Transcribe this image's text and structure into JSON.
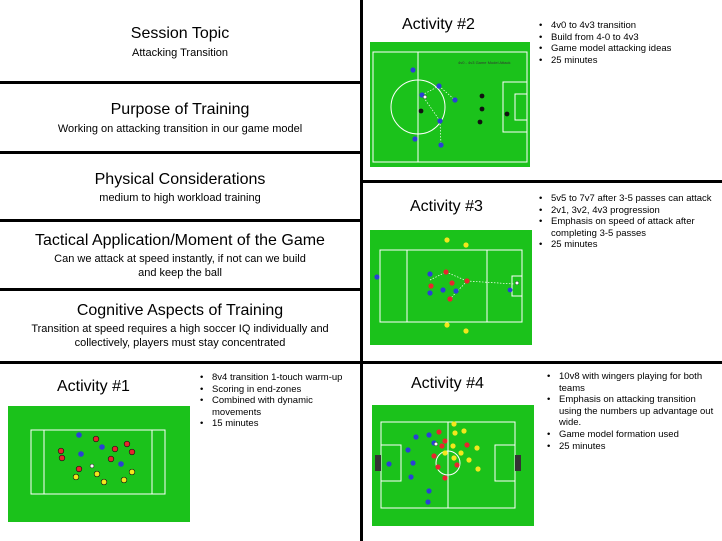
{
  "left": {
    "session": {
      "title": "Session Topic",
      "sub": "Attacking Transition"
    },
    "purpose": {
      "title": "Purpose  of Training",
      "sub": "Working on attacking transition in our game model"
    },
    "physical": {
      "title": "Physical Considerations",
      "sub": "medium to high workload training"
    },
    "tactical": {
      "title": "Tactical Application/Moment  of the Game",
      "sub1": "Can we attack at speed instantly, if not can we build",
      "sub2": "and keep the ball"
    },
    "cognitive": {
      "title": "Cognitive  Aspects of Training",
      "sub1": "Transition at speed requires a high soccer IQ individually and",
      "sub2": "collectively, players must stay concentrated"
    }
  },
  "activities": [
    {
      "title": "Activity #1",
      "bullets": [
        "8v4 transition 1-touch warm-up",
        "Scoring in end-zones",
        "Combined with dynamic movements",
        "15  minutes"
      ]
    },
    {
      "title": "Activity #2",
      "bullets": [
        "4v0 to 4v3 transition",
        "Build from 4-0 to 4v3",
        "Game model attacking ideas",
        "25 minutes"
      ],
      "diagram_caption": "4v0 - 4v3 Game Model Attack"
    },
    {
      "title": "Activity #3",
      "bullets": [
        "5v5 to 7v7 after 3-5 passes can attack",
        "2v1, 3v2, 4v3 progression",
        "Emphasis on speed of attack after completing 3-5 passes",
        "25 minutes"
      ]
    },
    {
      "title": "Activity #4",
      "bullets": [
        "10v8 with wingers playing for both teams",
        "Emphasis on attacking transition using the numbers up advantage out wide.",
        "Game model formation used",
        "25 minutes"
      ]
    }
  ],
  "colors": {
    "pitch": "#1bc21b",
    "team_red": "#e8262e",
    "team_blue": "#2b3fd6",
    "team_yellow": "#f3e71c",
    "team_black": "#111111",
    "lines": "#ffffff"
  }
}
